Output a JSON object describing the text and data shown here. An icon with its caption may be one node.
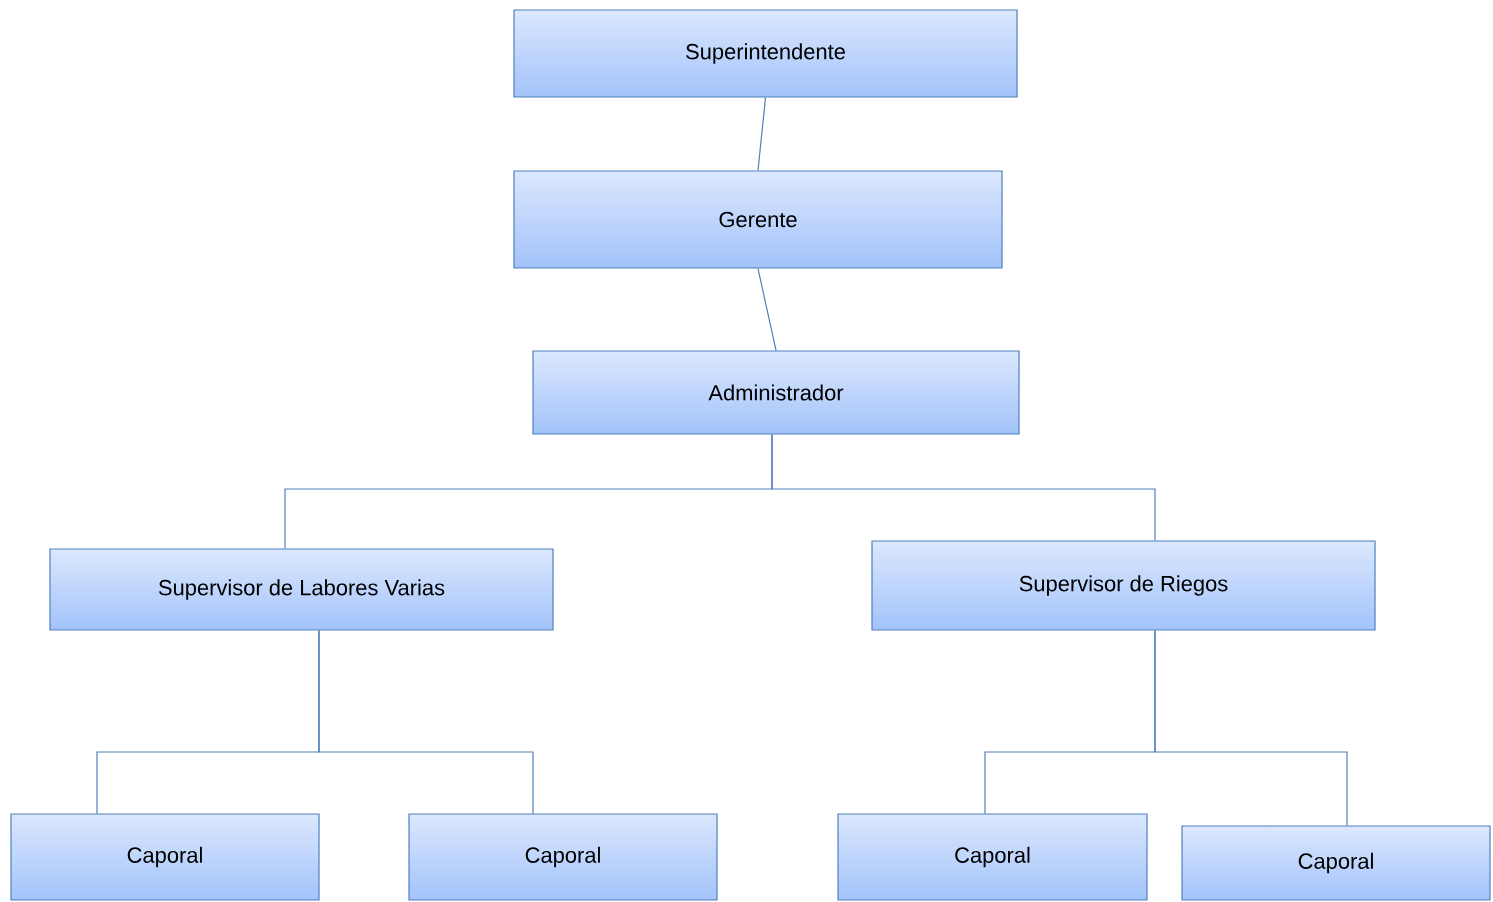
{
  "diagram": {
    "nodes": [
      {
        "text": [
          "Superintendente"
        ]
      },
      {
        "text": [
          "Gerente"
        ]
      },
      {
        "text": [
          "Administrador"
        ]
      },
      {
        "text": [
          "Supervisor de Labores Varias"
        ]
      },
      {
        "text": [
          "Supervisor de Riegos"
        ]
      },
      {
        "text": [
          "Caporal"
        ]
      },
      {
        "text": [
          "Caporal"
        ]
      },
      {
        "text": [
          "Caporal"
        ]
      },
      {
        "text": [
          "Caporal"
        ]
      }
    ],
    "edges": [
      {
        "from": 0,
        "to": 1,
        "arrow": "none"
      },
      {
        "from": 1,
        "to": 2,
        "arrow": "none"
      },
      {
        "from": 2,
        "to": 3,
        "arrow": "none"
      },
      {
        "from": 2,
        "to": 4,
        "arrow": "none"
      },
      {
        "from": 3,
        "to": 5,
        "arrow": "none"
      },
      {
        "from": 3,
        "to": 6,
        "arrow": "none"
      },
      {
        "from": 4,
        "to": 7,
        "arrow": "none"
      },
      {
        "from": 4,
        "to": 8,
        "arrow": "none"
      }
    ]
  }
}
